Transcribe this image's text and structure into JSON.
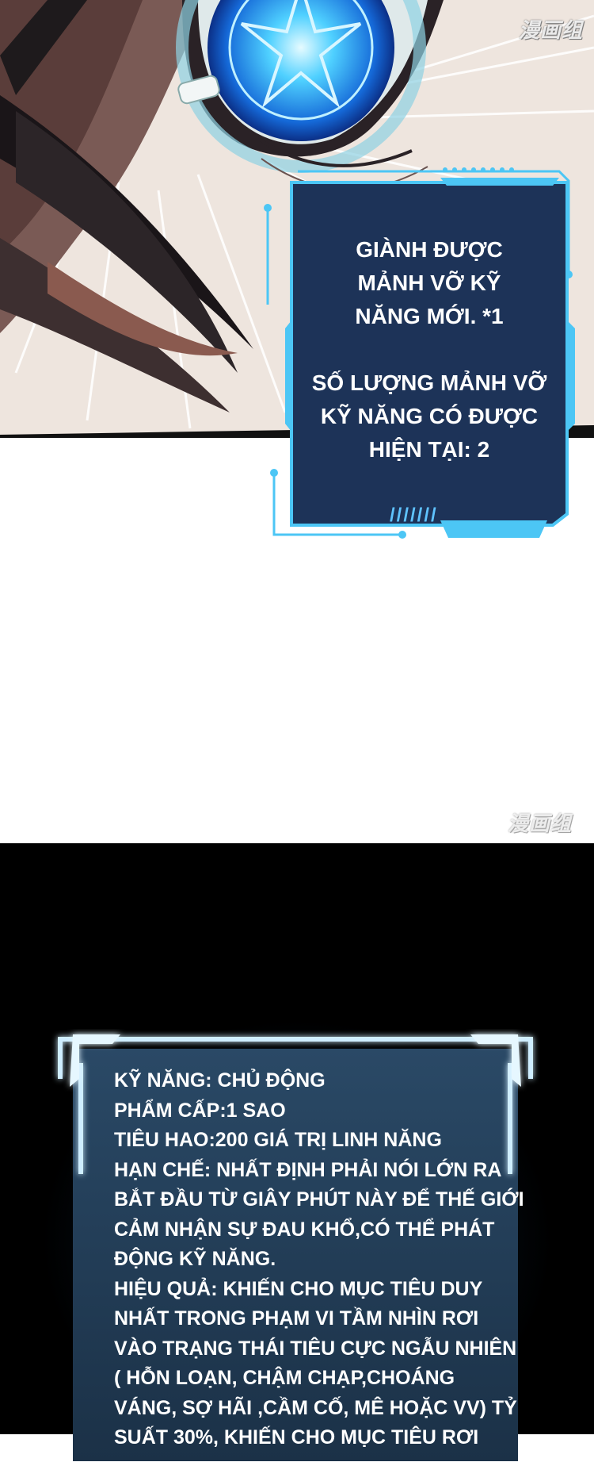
{
  "watermarks": {
    "top": "漫画组",
    "middle": "漫画组"
  },
  "notification": {
    "lines_1": [
      "GIÀNH ĐƯỢC",
      "MẢNH VỠ KỸ",
      "NĂNG MỚI. *1"
    ],
    "lines_2": [
      "SỐ LƯỢNG MẢNH VỠ",
      "KỸ NĂNG CÓ ĐƯỢC",
      "HIỆN TẠI: 2"
    ],
    "decoration": "///////"
  },
  "skill": {
    "lines": [
      "KỸ NĂNG: CHỦ ĐỘNG",
      "PHẨM CẤP:1 SAO",
      "TIÊU HAO:200 GIÁ TRỊ LINH NĂNG",
      "HẠN CHẾ: NHẤT ĐỊNH PHẢI NÓI LỚN RA",
      "BẮT ĐẦU TỪ GIÂY PHÚT NÀY ĐỂ THẾ GIỚI",
      "CẢM NHẬN SỰ ĐAU KHỔ,CÓ THỂ PHÁT",
      "ĐỘNG KỸ NĂNG.",
      "HIỆU QUẢ: KHIẾN CHO MỤC TIÊU DUY",
      "NHẤT TRONG PHẠM VI TẦM NHÌN RƠI",
      "VÀO TRẠNG THÁI TIÊU CỰC NGẪU NHIÊN",
      "( HỖN LOẠN, CHẬM CHẠP,CHOÁNG",
      "VÁNG, SỢ HÃI ,CẦM CỐ, MÊ HOẶC VV) TỶ",
      "SUẤT 30%, KHIẾN CHO MỤC TIÊU RƠI"
    ]
  },
  "colors": {
    "panel_navy": "#1d3358",
    "frame_cyan": "#4cc6f5",
    "skill_bg": "#24405c",
    "skill_frame": "#cfeeff"
  }
}
